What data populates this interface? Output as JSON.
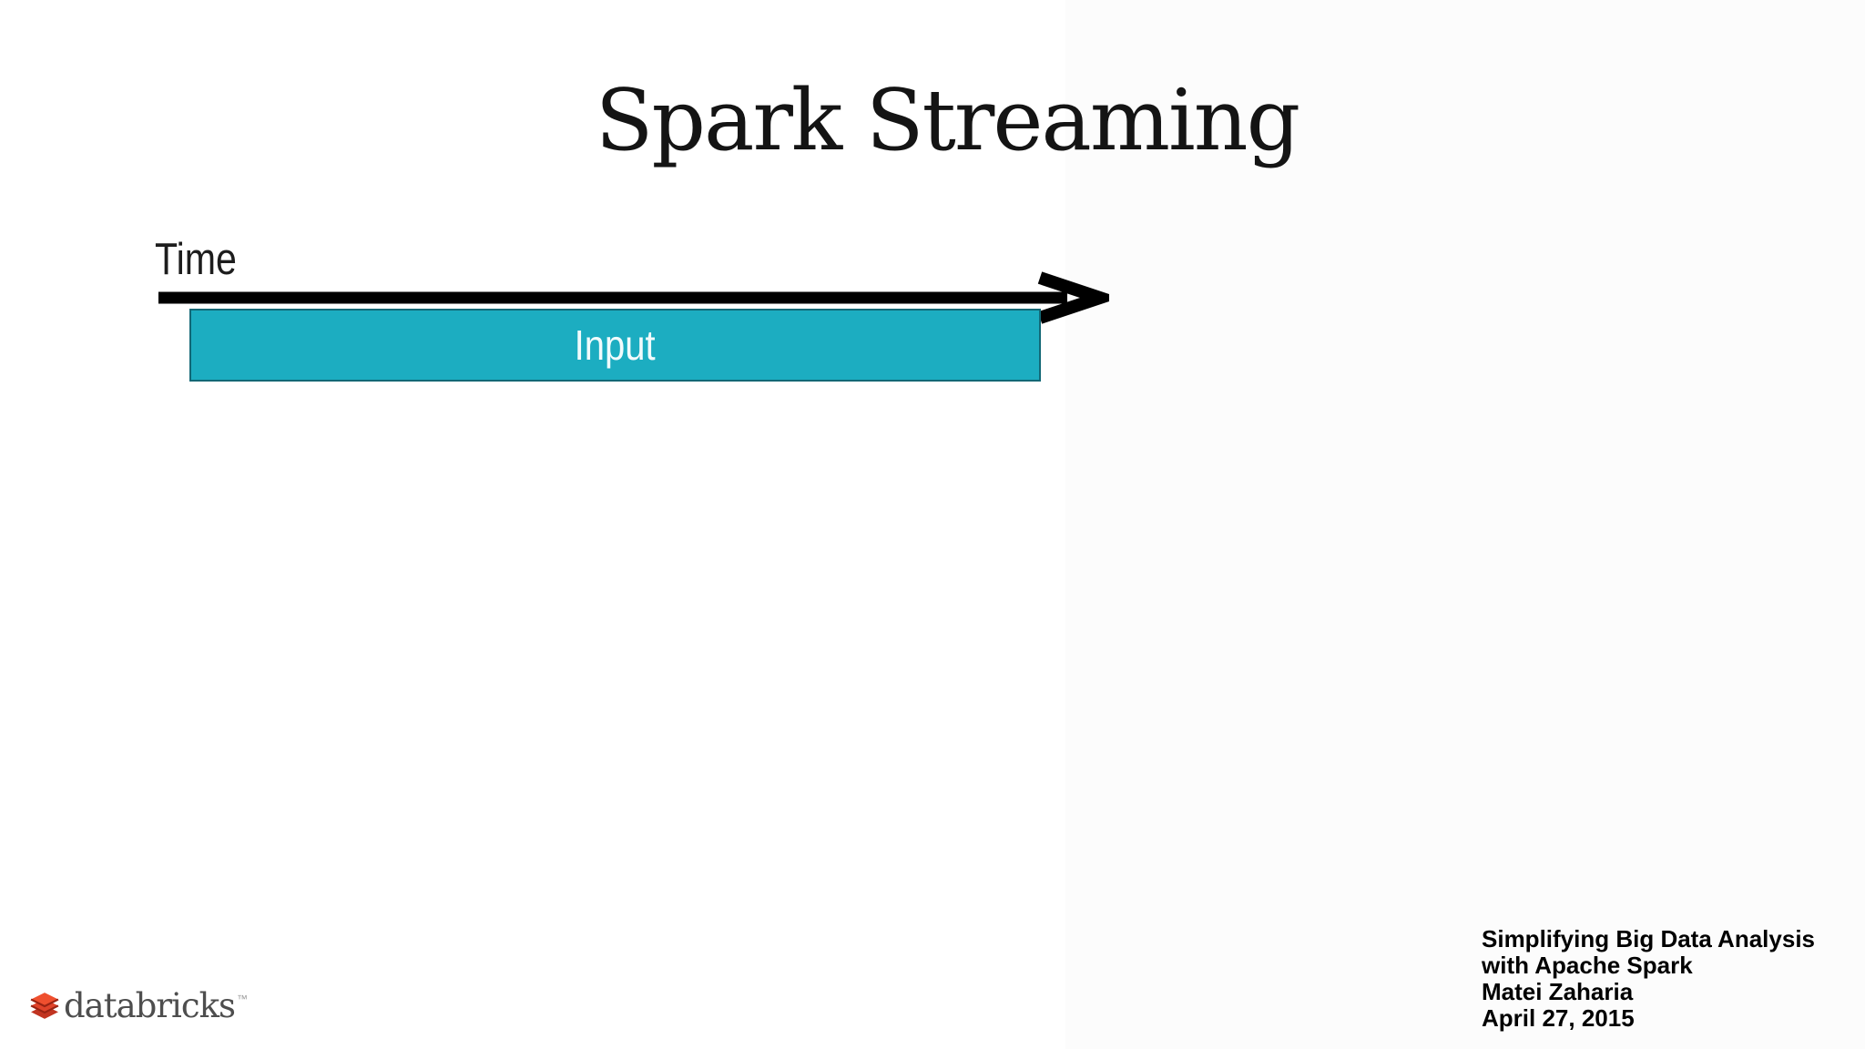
{
  "slide": {
    "title": "Spark Streaming",
    "timeline": {
      "label": "Time"
    },
    "input_box": {
      "label": "Input"
    },
    "footer": {
      "logo_text": "databricks",
      "trademark": "™",
      "credit_lines": [
        "Simplifying Big Data Analysis",
        "with Apache Spark",
        "Matei Zaharia",
        "April 27, 2015"
      ]
    },
    "colors": {
      "bg": "#ffffff",
      "bg_shade": "#fcfcfc",
      "title_text": "#141414",
      "time_text": "#1d1d1d",
      "arrow": "#000000",
      "input_fill": "#1cadc1",
      "input_border": "#136876",
      "input_text": "#f2fbfc",
      "credit_text": "#000000",
      "logo_text_color": "#4e4e4e",
      "logo_red_top": "#ef4f2e",
      "logo_red_mid": "#e0432a",
      "logo_red_bottom": "#c13421",
      "logo_red_edge": "#992313"
    }
  }
}
